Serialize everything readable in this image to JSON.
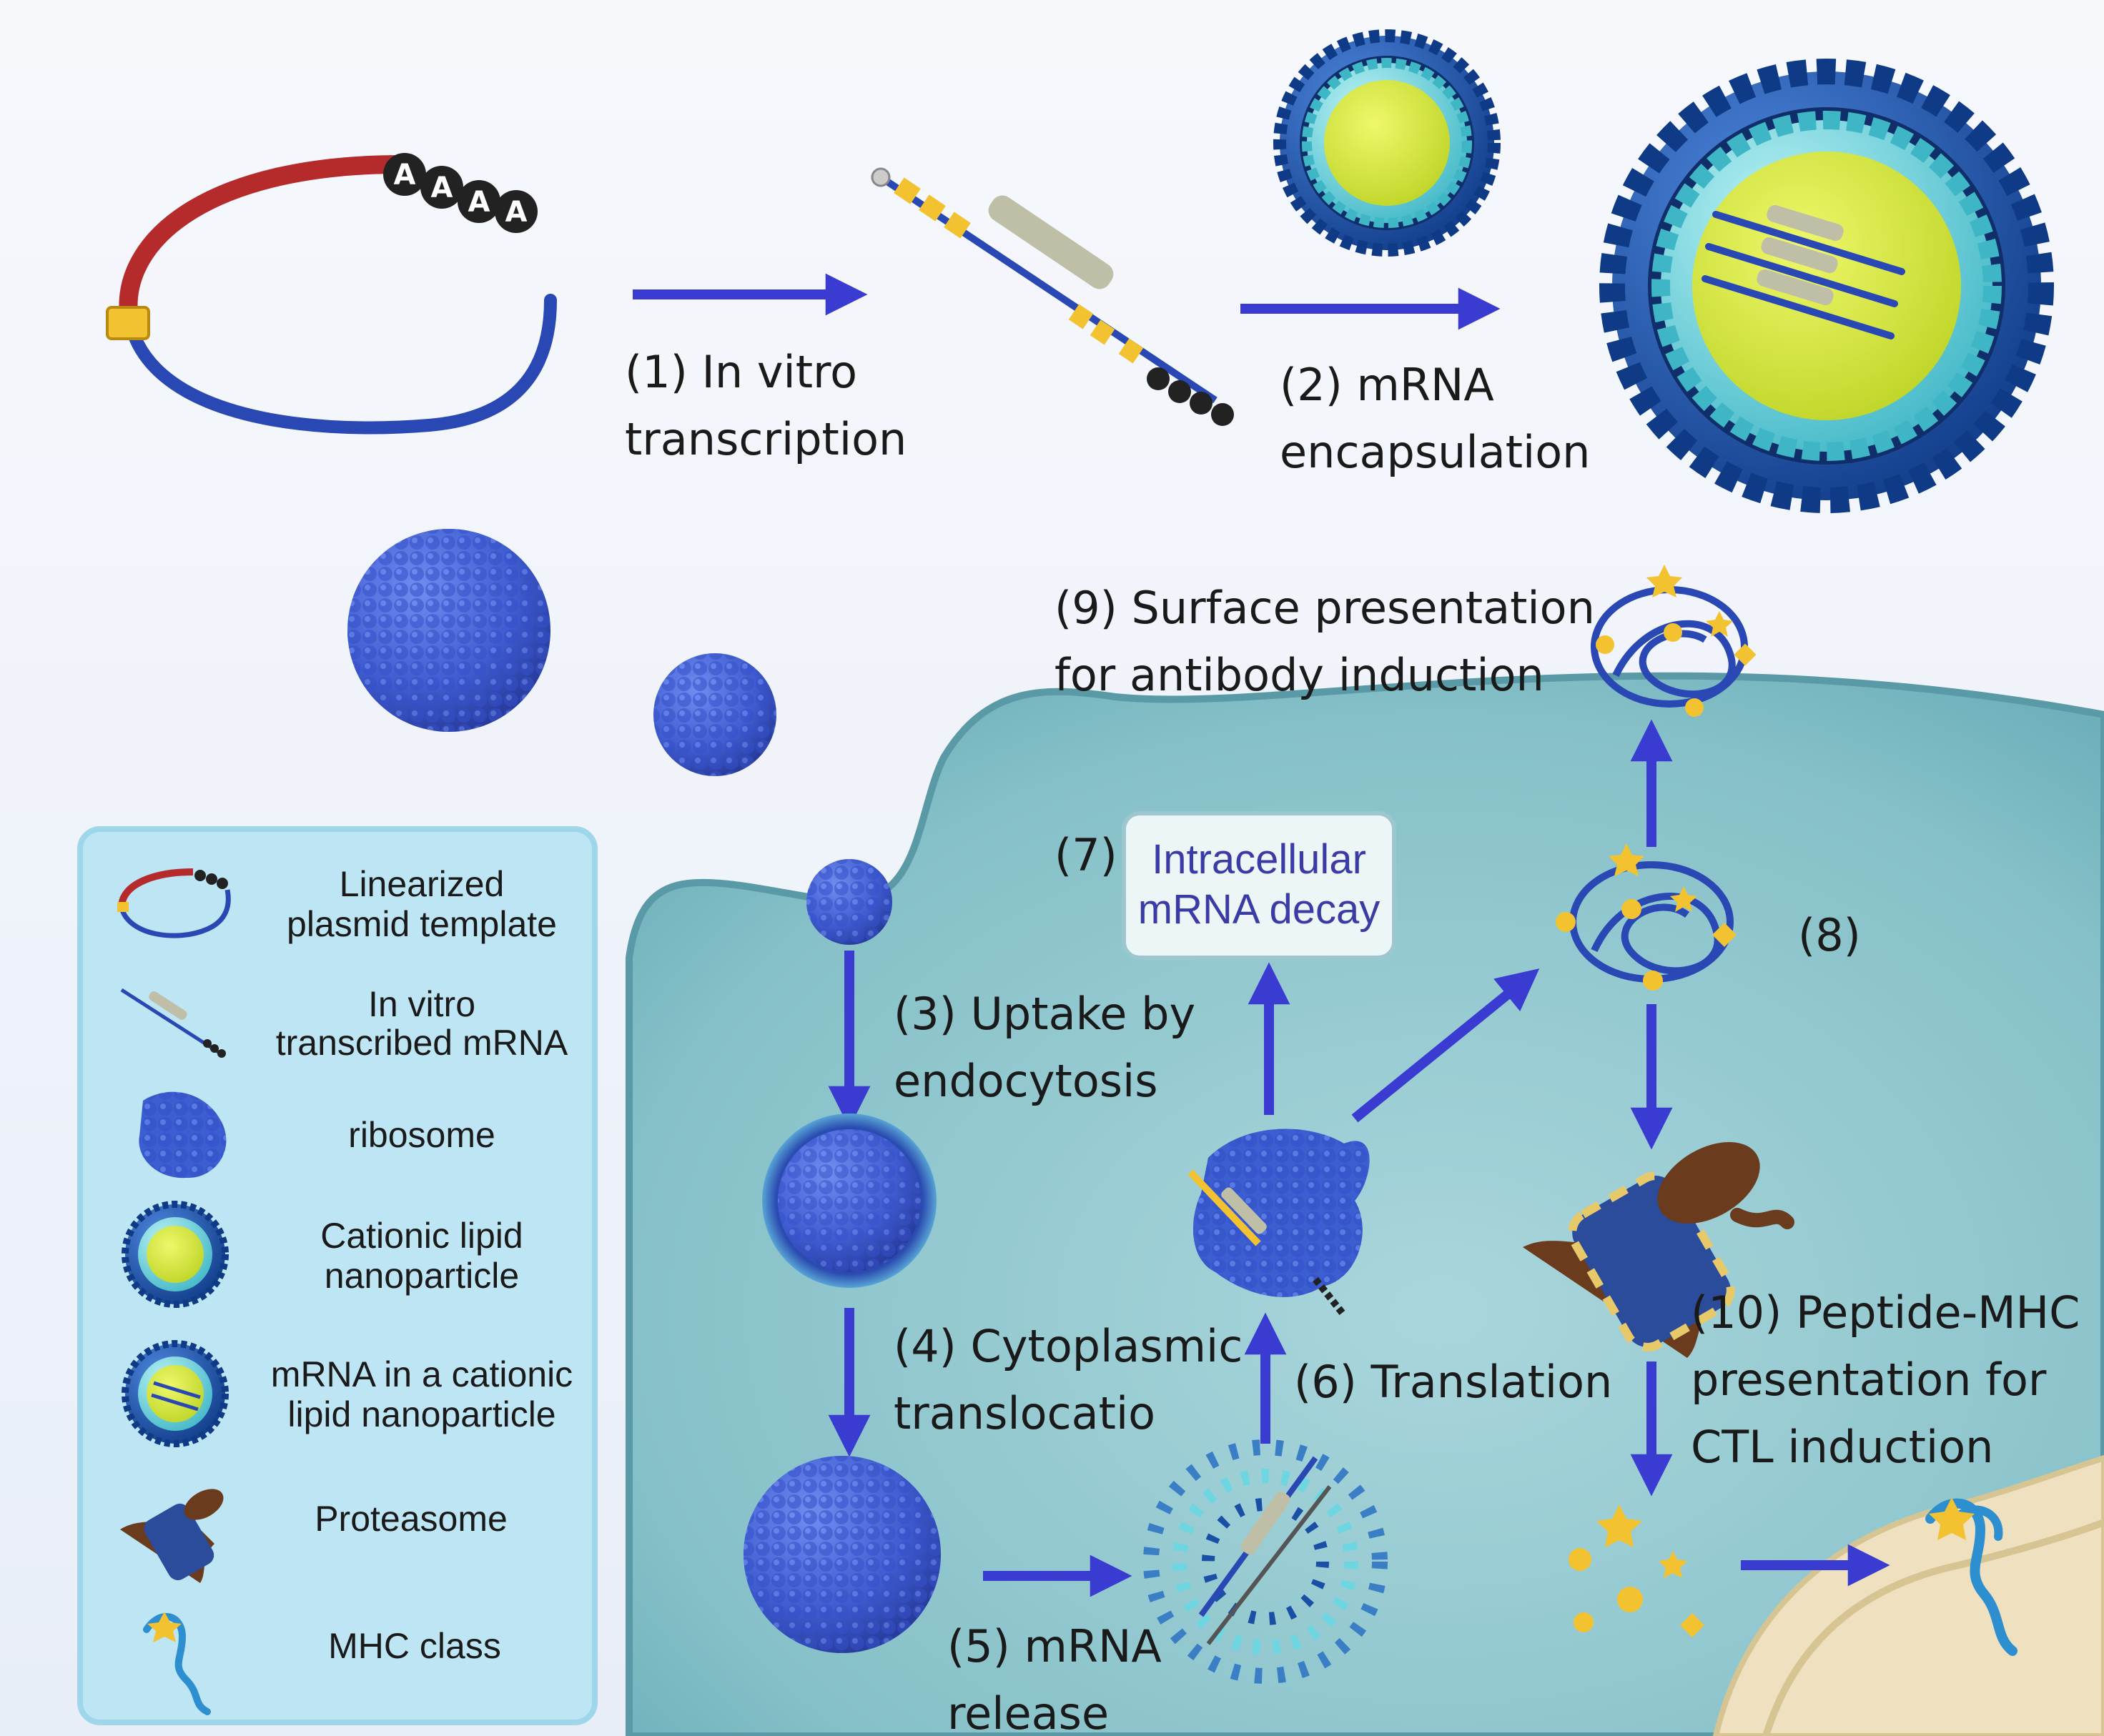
{
  "steps": {
    "s1": [
      "(1) In vitro",
      "transcription"
    ],
    "s2": [
      "(2) mRNA",
      "encapsulation"
    ],
    "s3": [
      "(3) Uptake by",
      "endocytosis"
    ],
    "s4": [
      "(4) Cytoplasmic",
      "translocatio"
    ],
    "s5": [
      "(5) mRNA",
      "release"
    ],
    "s6": "(6) Translation",
    "s7": "(7)",
    "s8": "(8)",
    "s9": [
      "(9) Surface presentation",
      "for antibody induction"
    ],
    "s10": [
      "(10) Peptide-MHC",
      "presentation for",
      "CTL induction"
    ]
  },
  "decay_box": [
    "Intracellular",
    "mRNA decay"
  ],
  "polyA_letter": "A",
  "legend": {
    "linearized": [
      "Linearized",
      "plasmid template"
    ],
    "ivt": [
      "In vitro",
      "transcribed mRNA"
    ],
    "ribosome": [
      "ribosome"
    ],
    "lnp": [
      "Cationic lipid",
      "nanoparticle"
    ],
    "mrna_lnp": [
      "mRNA in a cationic",
      "lipid nanoparticle"
    ],
    "proteasome": [
      "Proteasome"
    ],
    "mhc": [
      "MHC class"
    ]
  },
  "colors": {
    "arrow": "#3a3bd0",
    "cell": "#7fbcc6",
    "nucleus": "#f0e3c2",
    "legend_bg": "#bfe6f4",
    "lipid_head": "#1a4fa6",
    "lipid_inner": "#6ed6e0",
    "core": "#d4e83a"
  }
}
